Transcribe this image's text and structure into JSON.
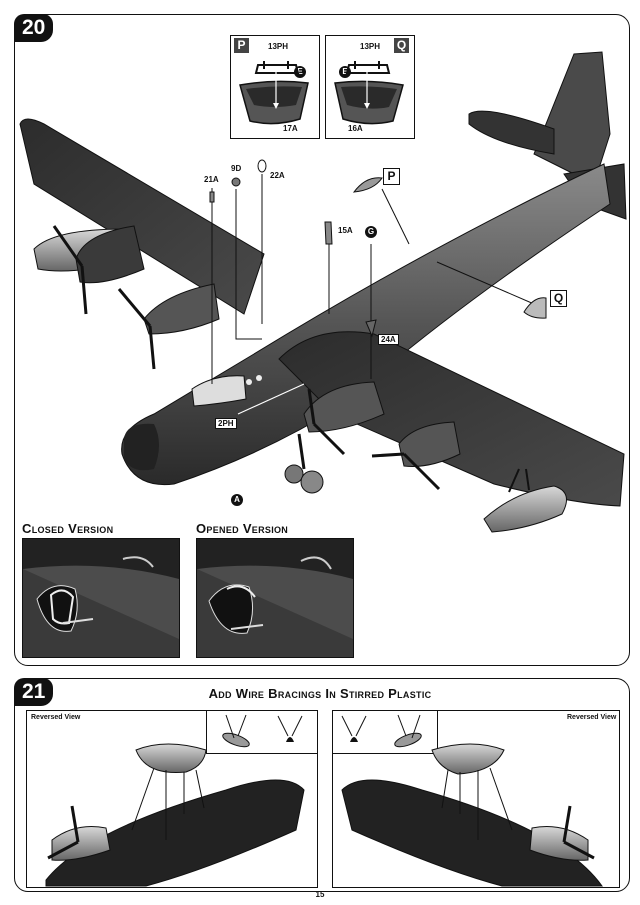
{
  "step20": {
    "number": "20",
    "inset_p": {
      "letter": "P",
      "part_top": "13PH",
      "part_bottom": "17A",
      "callout": "E"
    },
    "inset_q": {
      "letter": "Q",
      "part_top": "13PH",
      "part_bottom": "16A",
      "callout": "E"
    },
    "parts": {
      "p21": "21A",
      "p9": "9D",
      "p22": "22A",
      "p15": "15A",
      "p24": "24A",
      "p2": "2PH",
      "g_ref": "G",
      "a_ref": "A"
    },
    "markers": {
      "p": "P",
      "q": "Q"
    },
    "closed_title": "Closed Version",
    "opened_title": "Opened Version"
  },
  "step21": {
    "number": "21",
    "title": "Add Wire Bracings In Stirred Plastic",
    "left_label": "Reversed View",
    "right_label": "Reversed View"
  },
  "page_number": "15"
}
